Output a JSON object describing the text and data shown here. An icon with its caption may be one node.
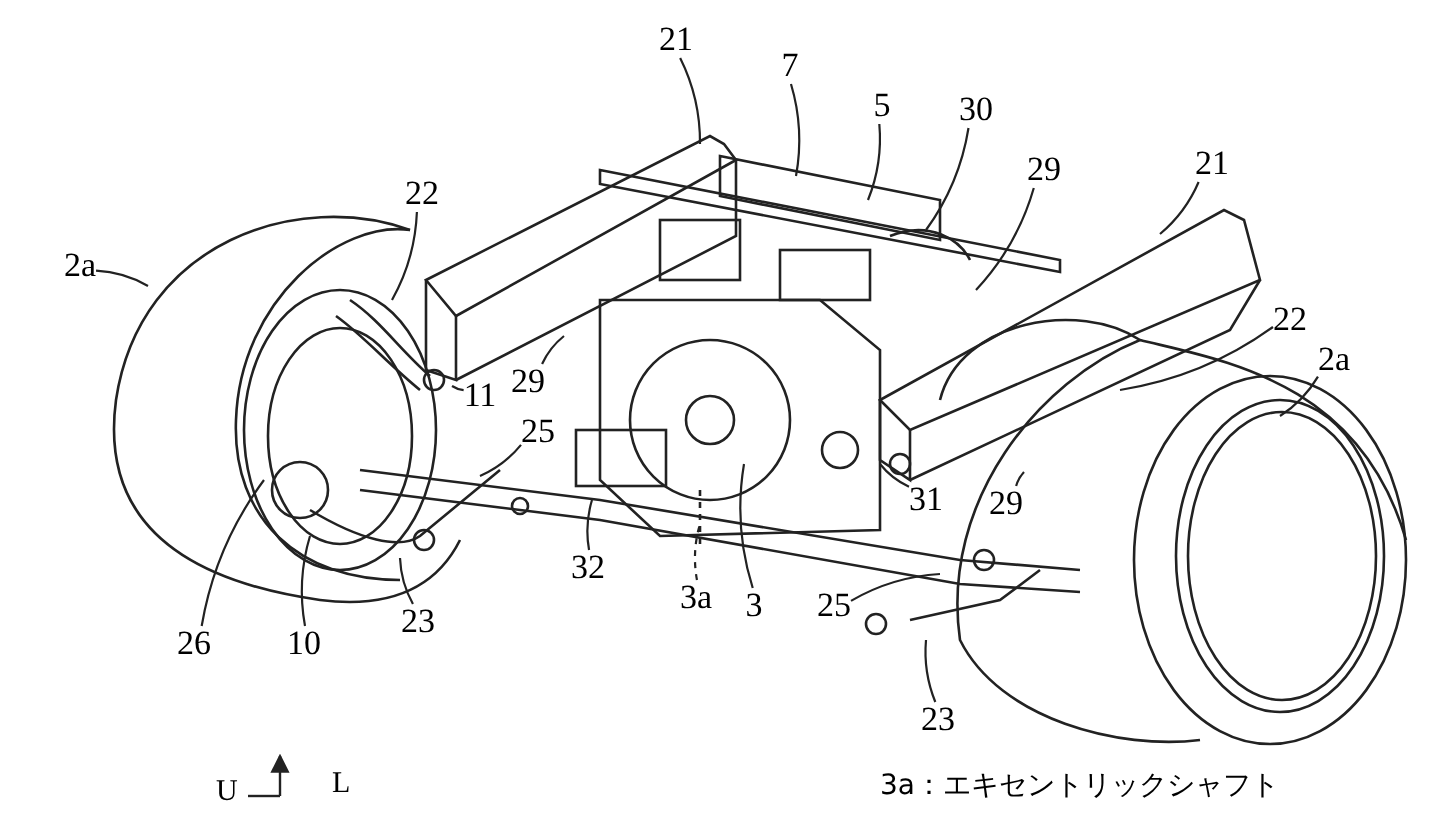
{
  "diagram": {
    "nodes": [
      {
        "text": [
          "21"
        ]
      },
      {
        "text": [
          "7"
        ]
      },
      {
        "text": [
          "5"
        ]
      },
      {
        "text": [
          "30"
        ]
      },
      {
        "text": [
          "29"
        ]
      },
      {
        "text": [
          "21"
        ]
      },
      {
        "text": [
          "22"
        ]
      },
      {
        "text": [
          "2a"
        ]
      },
      {
        "text": [
          "22"
        ]
      },
      {
        "text": [
          "2a"
        ]
      },
      {
        "text": [
          "29"
        ]
      },
      {
        "text": [
          "11"
        ]
      },
      {
        "text": [
          "25"
        ]
      },
      {
        "text": [
          "31"
        ]
      },
      {
        "text": [
          "29"
        ]
      },
      {
        "text": [
          "32"
        ]
      },
      {
        "text": [
          "3a"
        ]
      },
      {
        "text": [
          "3"
        ]
      },
      {
        "text": [
          "25"
        ]
      },
      {
        "text": [
          "26"
        ]
      },
      {
        "text": [
          "10"
        ]
      },
      {
        "text": [
          "23"
        ]
      },
      {
        "text": [
          "23"
        ]
      }
    ],
    "edges": [
      {
        "from": 0,
        "to": null,
        "arrow": "none"
      },
      {
        "from": 1,
        "to": null,
        "arrow": "none"
      },
      {
        "from": 2,
        "to": null,
        "arrow": "none"
      },
      {
        "from": 3,
        "to": null,
        "arrow": "none"
      },
      {
        "from": 4,
        "to": null,
        "arrow": "none"
      },
      {
        "from": 5,
        "to": null,
        "arrow": "none"
      },
      {
        "from": 6,
        "to": null,
        "arrow": "none"
      },
      {
        "from": 7,
        "to": null,
        "arrow": "none"
      },
      {
        "from": 8,
        "to": null,
        "arrow": "none"
      },
      {
        "from": 9,
        "to": null,
        "arrow": "none"
      },
      {
        "from": 10,
        "to": null,
        "arrow": "none"
      },
      {
        "from": 11,
        "to": null,
        "arrow": "none"
      },
      {
        "from": 12,
        "to": null,
        "arrow": "none"
      },
      {
        "from": 13,
        "to": null,
        "arrow": "none"
      },
      {
        "from": 14,
        "to": null,
        "arrow": "none"
      },
      {
        "from": 15,
        "to": null,
        "arrow": "none"
      },
      {
        "from": 16,
        "to": null,
        "arrow": "none",
        "style": "dashed"
      },
      {
        "from": 17,
        "to": null,
        "arrow": "none"
      },
      {
        "from": 18,
        "to": null,
        "arrow": "none"
      },
      {
        "from": 19,
        "to": null,
        "arrow": "none"
      },
      {
        "from": 20,
        "to": null,
        "arrow": "none"
      },
      {
        "from": 21,
        "to": null,
        "arrow": "none"
      },
      {
        "from": 22,
        "to": null,
        "arrow": "none"
      }
    ],
    "labels": [
      "U",
      "L",
      "3a：エキセントリックシャフト"
    ]
  }
}
